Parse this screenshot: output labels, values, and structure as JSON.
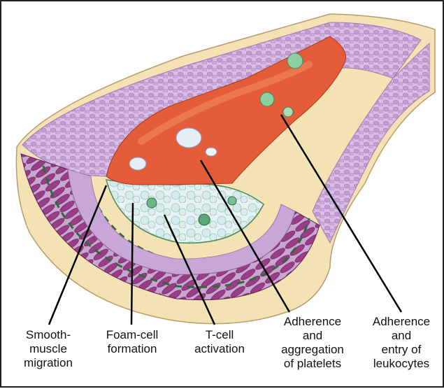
{
  "labels": {
    "smooth_muscle": "Smooth-\nmuscle\nmigration",
    "foam_cell": "Foam-cell\nformation",
    "t_cell": "T-cell\nactivation",
    "platelets": "Adherence\nand\naggregation\nof platelets",
    "leukocytes": "Adherence\nand\nentry of\nleukocytes"
  },
  "colors": {
    "adventitia": "#f3e3b4",
    "media_muscle": "#9c3f8a",
    "intima_purple": "#c8a6d6",
    "plaque_core": "#d9ecf2",
    "thrombus": "#e45c3a",
    "leader_line": "#000000"
  }
}
